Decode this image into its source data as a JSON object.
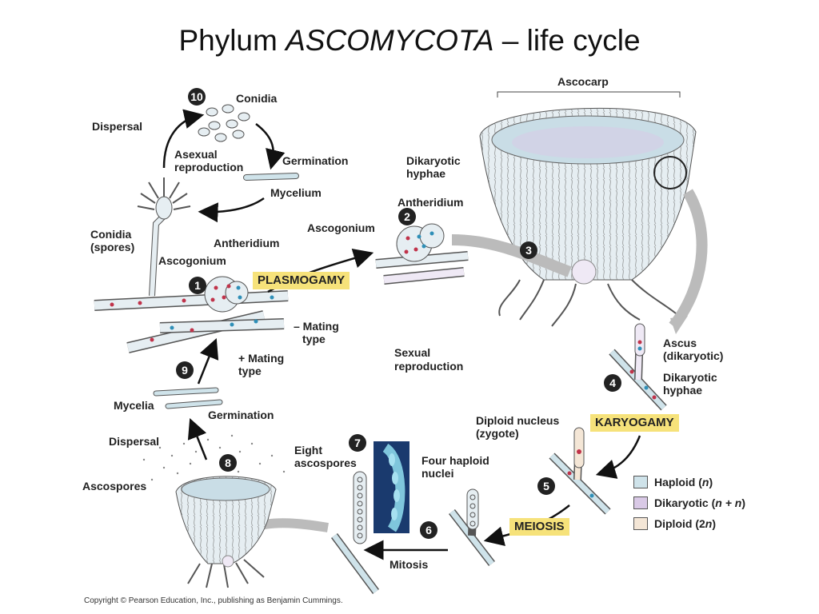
{
  "title": {
    "main": "Phylum ",
    "emph": "ASCOMYCOTA",
    "rest": " – life cycle"
  },
  "labels": {
    "ascocarp": "Ascocarp",
    "conidia_top": "Conidia",
    "dispersal_top": "Dispersal",
    "asexual_1": "Asexual",
    "asexual_2": "reproduction",
    "germination_top": "Germination",
    "mycelium": "Mycelium",
    "dikaryotic_hyphae_1": "Dikaryotic",
    "dikaryotic_hyphae_2": "hyphae",
    "antheridium_mid": "Antheridium",
    "ascogonium_mid": "Ascogonium",
    "conidia_spores_1": "Conidia",
    "conidia_spores_2": "(spores)",
    "antheridium_left": "Antheridium",
    "ascogonium_left": "Ascogonium",
    "plasmogamy": "PLASMOGAMY",
    "minus_mating_1": "– Mating",
    "minus_mating_2": "type",
    "plus_mating_1": "+ Mating",
    "plus_mating_2": "type",
    "sexual_1": "Sexual",
    "sexual_2": "reproduction",
    "ascus_1": "Ascus",
    "ascus_2": "(dikaryotic)",
    "dik_hyphae_r_1": "Dikaryotic",
    "dik_hyphae_r_2": "hyphae",
    "mycelia": "Mycelia",
    "germination_bottom": "Germination",
    "dispersal_bottom": "Dispersal",
    "diploid_1": "Diploid nucleus",
    "diploid_2": "(zygote)",
    "karyogamy": "KARYOGAMY",
    "eight_1": "Eight",
    "eight_2": "ascospores",
    "four_1": "Four haploid",
    "four_2": "nuclei",
    "ascospores": "Ascospores",
    "meiosis": "MEIOSIS",
    "mitosis": "Mitosis"
  },
  "steps": [
    "1",
    "2",
    "3",
    "4",
    "5",
    "6",
    "7",
    "8",
    "9",
    "10"
  ],
  "legend": [
    {
      "label": "Haploid (",
      "var": "n",
      "end": ")",
      "color": "#cfe3ea"
    },
    {
      "label": "Dikaryotic (",
      "var": "n + n",
      "end": ")",
      "color": "#d9c9e6"
    },
    {
      "label": "Diploid (2",
      "var": "n",
      "end": ")",
      "color": "#f4e6d6"
    }
  ],
  "copyright": "Copyright © Pearson Education, Inc., publishing as Benjamin Cummings.",
  "colors": {
    "haploid": "#cfe3ea",
    "dikaryotic": "#d9c9e6",
    "diploid": "#f4e6d6",
    "highlight": "#f6e27a",
    "nucleus_red": "#c0334a",
    "nucleus_blue": "#2f8fb7"
  }
}
